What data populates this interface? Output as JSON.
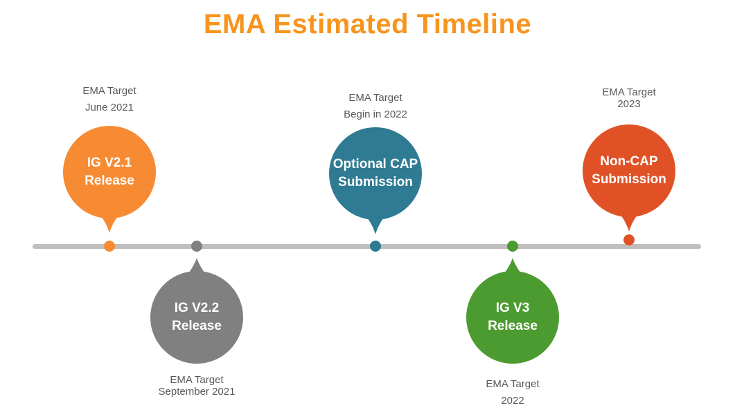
{
  "title": "EMA Estimated Timeline",
  "colors": {
    "title": "#F7941E",
    "line": "#BFBFBF",
    "label_text": "#595959",
    "balloon_text": "#FFFFFF",
    "background": "#FFFFFF"
  },
  "milestones": [
    {
      "name": "ig-v2-1-release",
      "balloon_line1": "IG V2.1",
      "balloon_line2": "Release",
      "target_line1": "EMA Target",
      "target_line2": "June 2021",
      "color": "#F68B33",
      "side": "above"
    },
    {
      "name": "ig-v2-2-release",
      "balloon_line1": "IG V2.2",
      "balloon_line2": "Release",
      "target_line1": "EMA Target",
      "target_line2": "September 2021",
      "color": "#808080",
      "side": "below"
    },
    {
      "name": "optional-cap-submission",
      "balloon_line1": "Optional CAP",
      "balloon_line2": "Submission",
      "target_line1": "EMA Target",
      "target_line2": "Begin in 2022",
      "color": "#2E7B93",
      "side": "above"
    },
    {
      "name": "ig-v3-release",
      "balloon_line1": "IG V3",
      "balloon_line2": "Release",
      "target_line1": "EMA Target",
      "target_line2": "2022",
      "color": "#4C9B30",
      "side": "below"
    },
    {
      "name": "non-cap-submission",
      "balloon_line1": "Non-CAP",
      "balloon_line2": "Submission",
      "target_line1": "EMA Target",
      "target_line2": "2023",
      "color": "#E05226",
      "side": "above"
    }
  ]
}
